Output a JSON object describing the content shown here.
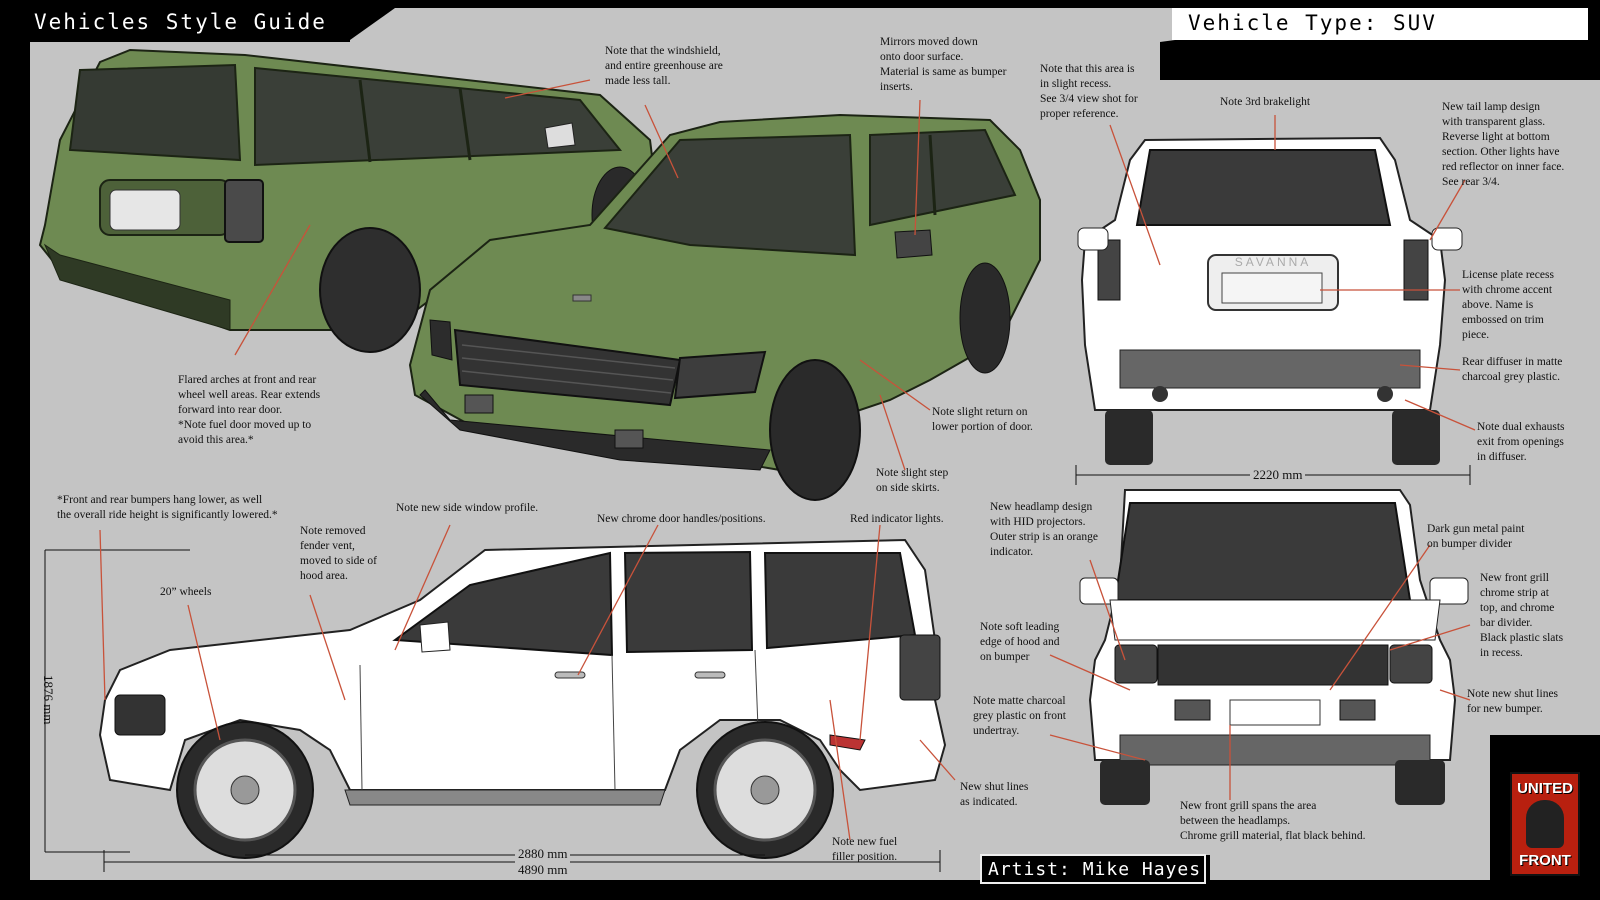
{
  "header": {
    "title": "Vehicles Style Guide",
    "vehicle_type": "Vehicle Type: SUV"
  },
  "footer": {
    "artist": "Artist: Mike Hayes"
  },
  "logo": {
    "line1": "UNITED",
    "line2": "FRONT"
  },
  "dimensions": {
    "rear_width": "2220 mm",
    "height": "1876 mm",
    "wheelbase": "2880 mm",
    "length": "4890 mm"
  },
  "notes": {
    "windshield": "Note that the windshield,\nand entire greenhouse are\nmade less tall.",
    "mirrors": "Mirrors moved down\nonto door surface.\nMaterial is same as bumper\ninserts.",
    "recess": "Note that this area is\nin slight recess.\nSee 3/4 view shot for\nproper reference.",
    "brakelight": "Note 3rd brakelight",
    "tail_lamp": "New tail lamp design\nwith transparent glass.\nReverse light at bottom\nsection.  Other lights have\nred reflector on inner face.\nSee rear 3/4.",
    "flared": "Flared arches at front and rear\nwheel well areas.  Rear extends\nforward into rear door.\n*Note fuel door moved up to\navoid this area.*",
    "license": "License plate recess\nwith chrome accent\nabove.  Name is\nembossed on trim\npiece.",
    "diffuser": "Rear diffuser in matte\ncharcoal grey plastic.",
    "return": "Note slight return on\nlower portion of door.",
    "exhausts": "Note dual exhausts\nexit from openings\nin diffuser.",
    "step": "Note slight step\non side skirts.",
    "bumpers": "*Front and rear bumpers hang lower, as well\nthe overall ride height is significantly lowered.*",
    "side_window": "Note new side window profile.",
    "door_handles": "New chrome door handles/positions.",
    "indicator": "Red indicator lights.",
    "headlamp": "New headlamp design\nwith HID projectors.\nOuter strip is an orange\nindicator.",
    "gunmetal": "Dark gun metal paint\non bumper divider",
    "fender_vent": "Note removed\nfender vent,\nmoved to side of\nhood area.",
    "wheels": "20” wheels",
    "soft_edge": "Note soft leading\nedge of hood and\non bumper",
    "front_grill": "New front grill\nchrome strip at\ntop, and chrome\nbar divider.\nBlack plastic slats\nin recess.",
    "matte_charcoal": "Note matte charcoal\ngrey plastic on front\nundertray.",
    "shut_lines_front": "Note new shut lines\nfor new bumper.",
    "shut_lines_side": "New shut lines\nas indicated.",
    "grill_spans": "New front grill spans the area\nbetween the headlamps.\nChrome grill material, flat black behind.",
    "fuel_filler": "Note new fuel\nfiller position."
  },
  "emboss": "SAVANNA",
  "colors": {
    "panel": "#c4c4c4",
    "body_green": "#6e8a52",
    "body_white": "#ffffff",
    "glass": "#3a3a3a",
    "leader": "#c8523a",
    "logo_red": "#b8200f"
  }
}
